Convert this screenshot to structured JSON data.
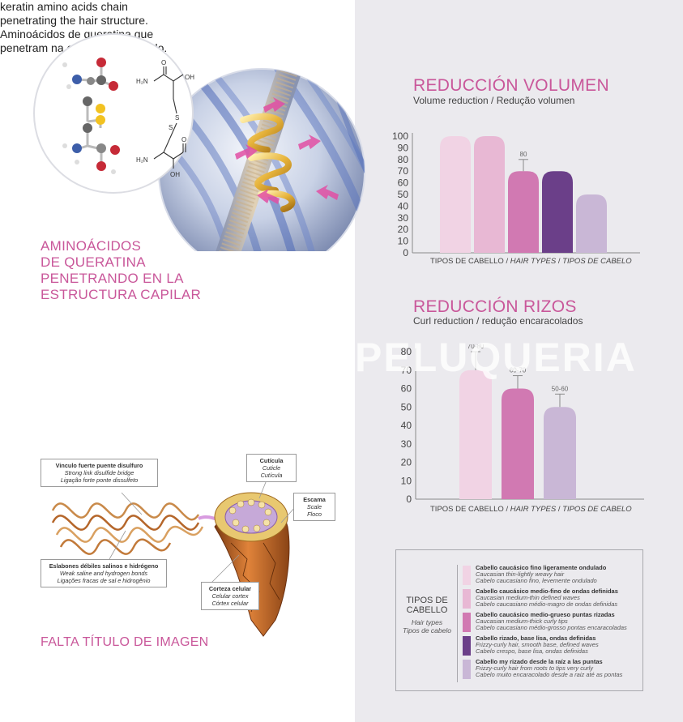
{
  "left_section": {
    "title_lines": [
      "AMINOÁCIDOS",
      "DE QUERATINA",
      "PENETRANDO EN LA",
      "ESTRUCTURA CAPILAR"
    ],
    "description_lines": [
      "keratin amino acids chain",
      "penetrating the hair structure.",
      "Aminoácidos de queratina que",
      "penetram na estrutura do cabelo."
    ]
  },
  "molecule": {
    "nh2_top": "H₂N",
    "oh_top": "OH",
    "o_top": "O",
    "s1": "S",
    "s2": "S",
    "nh2_bottom": "H₂N",
    "oh_bottom": "OH",
    "o_bottom": "O"
  },
  "diagram_labels": {
    "disulfide": {
      "title": "Vinculo fuerte puente disulfuro",
      "en": "Strong link disulfide bridge",
      "pt": "Ligação forte ponte dissulfeto"
    },
    "cuticle": {
      "title": "Cutícula",
      "en": "Cuticle",
      "pt": "Cutícula"
    },
    "scale": {
      "title": "Escama",
      "en": "Scale",
      "pt": "Floco"
    },
    "weak_bonds": {
      "title": "Eslabones débiles salinos e hidrógeno",
      "en": "Weak saline and hydrogen bonds",
      "pt": "Ligações fracas de sal e hidrogênio"
    },
    "cortex": {
      "title": "Corteza celular",
      "en": "Celular cortex",
      "pt": "Córtex celular"
    }
  },
  "bottom_title": "FALTA TÍTULO DE IMAGEN",
  "watermark": "PELUQUERIA",
  "colors": {
    "accent": "#c9579a",
    "panel_bg": "#ebeaee",
    "type1": "#f1d3e4",
    "type2": "#e8b8d4",
    "type3": "#d179b2",
    "type4": "#6b3f89",
    "type5": "#c9b7d6"
  },
  "chart_data": [
    {
      "type": "bar",
      "title": "REDUCCIÓN VOLUMEN",
      "subtitle": "Volume reduction / Redução volumen",
      "xlabel_parts": [
        "TIPOS DE CABELLO / ",
        "HAIR TYPES",
        " / ",
        "TIPOS DE CABELO"
      ],
      "ylim": [
        0,
        100
      ],
      "yticks": [
        0,
        10,
        20,
        30,
        40,
        50,
        60,
        70,
        80,
        90,
        100
      ],
      "values": [
        100,
        100,
        70,
        70,
        50
      ],
      "errors": [
        null,
        null,
        10,
        null,
        null
      ],
      "data_labels": [
        "",
        "",
        "80",
        "",
        ""
      ],
      "colors": [
        "#f1d3e4",
        "#e8b8d4",
        "#d179b2",
        "#6b3f89",
        "#c9b7d6"
      ]
    },
    {
      "type": "bar",
      "title": "REDUCCIÓN RIZOS",
      "subtitle": "Curl reduction / redução encaracolados",
      "xlabel_parts": [
        "TIPOS DE CABELLO / ",
        "HAIR TYPES",
        " / ",
        "TIPOS DE CABELO"
      ],
      "ylim": [
        0,
        80
      ],
      "yticks": [
        0,
        10,
        20,
        30,
        40,
        50,
        60,
        70,
        80
      ],
      "values": [
        70,
        60,
        50
      ],
      "errors": [
        10,
        7,
        7
      ],
      "data_labels": [
        "70-80",
        "60-70",
        "50-60"
      ],
      "colors": [
        "#f1d3e4",
        "#d179b2",
        "#c9b7d6"
      ]
    }
  ],
  "legend": {
    "heading_lines": [
      "TIPOS DE",
      "CABELLO"
    ],
    "heading_sub_lines": [
      "Hair types",
      "Tipos de cabelo"
    ],
    "items": [
      {
        "title": "Cabello caucásico fino ligeramente ondulado",
        "en": "Caucasian thin-lightly weavy hair",
        "pt": "Cabelo caucasiano fino, levemente ondulado",
        "color": "#f1d3e4"
      },
      {
        "title": "Cabello caucásico medio-fino de ondas definidas",
        "en": "Caucasian medium-thin defined waves",
        "pt": "Cabelo caucasiano médio-magro de ondas definidas",
        "color": "#e8b8d4"
      },
      {
        "title": "Cabello caucásico medio-grueso puntas rizadas",
        "en": "Caucasian medium-thick curly tips",
        "pt": "Cabelo caucasiano médio-grosso pontas encaracoladas",
        "color": "#d179b2"
      },
      {
        "title": "Cabello rizado, base lisa, ondas definidas",
        "en": "Frizzy-curly hair, smooth base, defined waves",
        "pt": "Cabelo crespo, base lisa, ondas definidas",
        "color": "#6b3f89"
      },
      {
        "title": "Cabello my rizado desde la raíz a las puntas",
        "en": "Frizzy-curly hair from roots to tips very curly",
        "pt": "Cabelo muito encaracolado desde a raiz até as pontas",
        "color": "#c9b7d6"
      }
    ]
  }
}
